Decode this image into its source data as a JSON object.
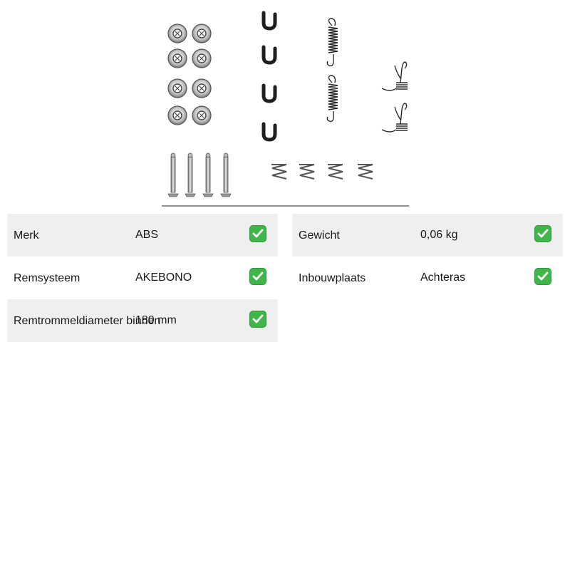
{
  "product": {
    "icon": "brake-shoe-accessory-kit-icon"
  },
  "specs": {
    "left": [
      {
        "label": "Merk",
        "value": "ABS"
      },
      {
        "label": "Remsysteem",
        "value": "AKEBONO"
      },
      {
        "label": "Remtrommeldiameter binnen",
        "value": "180 mm"
      }
    ],
    "right": [
      {
        "label": "Gewicht",
        "value": "0,06 kg"
      },
      {
        "label": "Inbouwplaats",
        "value": "Achteras"
      }
    ]
  },
  "colors": {
    "row_shade": "#efefef",
    "check_green": "#3fb54a",
    "metal": "#9a9a9a",
    "clip": "#1e1e1e"
  }
}
